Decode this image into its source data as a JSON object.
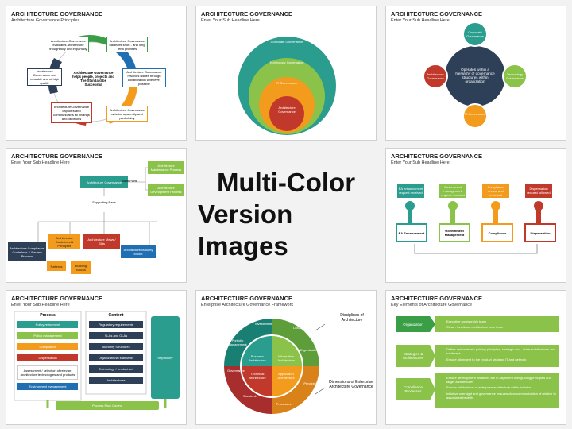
{
  "center": {
    "line1": "Multi-Color",
    "line2": "Version Images"
  },
  "slides": {
    "s1": {
      "title": "ARCHITECTURE GOVERNANCE",
      "subtitle": "Architecture Governance Principles",
      "center": "Architecture Governance helps people, projects and The Standard be Successful",
      "items": [
        "Architecture Governance evaluates architecture thoughtfully and impartially",
        "Architecture Governance balances short - and long term priorities",
        "Architecture Governance resolves issues through collaboration whenever possible",
        "Architecture Governance acts transparently and predictably",
        "Architecture Governance captures and communicates all findings and decisions",
        "Architecture Governance are reusable and of high quality"
      ]
    },
    "s2": {
      "title": "ARCHITECTURE GOVERNANCE",
      "subtitle": "Enter Your Sub Headline Here",
      "rings": [
        "Corporate Governance",
        "Technology Governance",
        "IT Governance",
        "Architecture Governance"
      ]
    },
    "s3": {
      "title": "ARCHITECTURE GOVERNANCE",
      "subtitle": "Enter Your Sub Headline Here",
      "center": "Operates within a hierarchy of governance structures within organization",
      "nodes": [
        "Corporate Governance",
        "Technology Governance",
        "IT Governance",
        "Architecture Governance"
      ]
    },
    "s4": {
      "title": "ARCHITECTURE GOVERNANCE",
      "subtitle": "Enter Your Sub Headline Here",
      "root": "Architecture Governance",
      "main_parts": "Main Parts",
      "supporting": "Supporting Parts",
      "right": [
        "Architecture Maintenance Process",
        "Architecture Development Process"
      ],
      "leaves": [
        "Architecture Guidelines & Principles",
        "Architecture Views / Stds",
        "Architecture Compliance Guidelines & Review Process",
        "Patterns",
        "Building Blocks",
        "Architecture Maturity Model"
      ]
    },
    "s5": {
      "title": "ARCHITECTURE GOVERNANCE",
      "subtitle": "Enter Your Sub Headline Here",
      "top": [
        "EA enhancement request received",
        "Government management request received",
        "Compliance review and reviewed",
        "Dispensation request followed"
      ],
      "bottom": [
        "EA Enhancement",
        "Government Management",
        "Compliance",
        "Dispensation"
      ]
    },
    "s6": {
      "title": "ARCHITECTURE GOVERNANCE",
      "subtitle": "Enter Your Sub Headline Here",
      "process_header": "Process",
      "content_header": "Content",
      "repository": "Repository",
      "footer": "Process Flow Control",
      "process": [
        "Policy refinement",
        "Policy management",
        "Compliance",
        "Dispensation",
        "Assessment / selection of relevant architecture technologies and products",
        "Environment management"
      ],
      "content": [
        "Regulatory requirements",
        "SLAs and OLAs",
        "Authority Structures",
        "Organizational standards",
        "Technology / product set",
        "Architectures"
      ]
    },
    "s7": {
      "title": "ARCHITECTURE GOVERNANCE",
      "subtitle": "Enterprise Architecture Governance Framework",
      "quadrants": [
        "Business Architecture",
        "Information Architecture",
        "Technical Architecture",
        "Application Architecture"
      ],
      "ring": [
        "Investments",
        "Leadership",
        "Organization",
        "Portfolio Management",
        "Governance",
        "Principles",
        "Standards",
        "Processes"
      ],
      "label_top": "Disciplines of Architecture",
      "label_bottom": "Dimensions of Enterprise Architecture Governance"
    },
    "s8": {
      "title": "ARCHITECTURE GOVERNANCE",
      "subtitle": "Key Elements of Architecture Governance",
      "rows": [
        {
          "label": "Organization",
          "lines": [
            "Executive sponsorship team",
            "Clear - functional architecture core team"
          ]
        },
        {
          "label": "Strategies & Architectures",
          "lines": [
            "Define and maintain guiding principles, strategic and - state architectures and roadmaps",
            "Ensure alignment to the product strategy, IT and network"
          ]
        },
        {
          "label": "Compliance Processes",
          "lines": [
            "Ensure development initiatives are in alignment with guiding principles and target architectures",
            "Ensure full decision of enterprise architecture within Initiative",
            "Initiative oversight and governance ensures clear communication of relative to associated benefits"
          ]
        }
      ]
    }
  },
  "colors": {
    "green": "#3a9e47",
    "teal": "#2a9d8f",
    "orange": "#f29b1c",
    "red": "#c0392b",
    "navy": "#2e4057",
    "blue": "#1f6fb2",
    "lime": "#8bc34a",
    "brown": "#a0522d"
  }
}
